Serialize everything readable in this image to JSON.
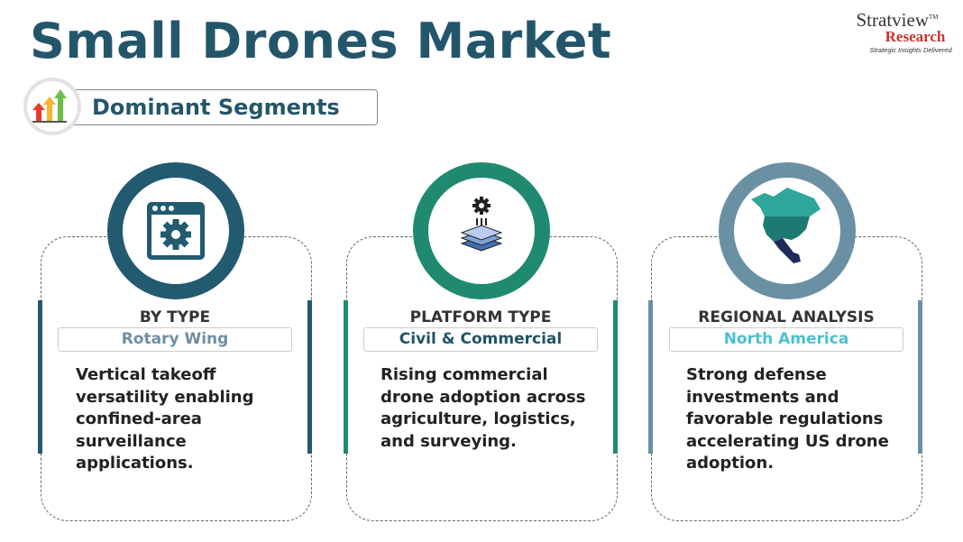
{
  "title": "Small Drones Market",
  "logo": {
    "name": "Stratview",
    "sub": "Research",
    "tagline": "Strategic Insights Delivered",
    "tm": "TM"
  },
  "section": "Dominant Segments",
  "cards": [
    {
      "heading": "BY TYPE",
      "value": "Rotary Wing",
      "description": "Vertical takeoff versatility enabling confined-area surveillance applications.",
      "color": "#225a70",
      "value_color": "#6c8ea3",
      "icon": "settings-window-icon"
    },
    {
      "heading": "PLATFORM TYPE",
      "value": "Civil & Commercial",
      "description": "Rising commercial drone adoption across agriculture, logistics, and surveying.",
      "color": "#1f8a6f",
      "value_color": "#1f5566",
      "icon": "layers-gear-icon"
    },
    {
      "heading": "REGIONAL ANALYSIS",
      "value": "North America",
      "description": "Strong defense investments and favorable regulations accelerating US drone adoption.",
      "color": "#6a90a4",
      "value_color": "#4cbfd2",
      "icon": "north-america-map-icon"
    }
  ]
}
